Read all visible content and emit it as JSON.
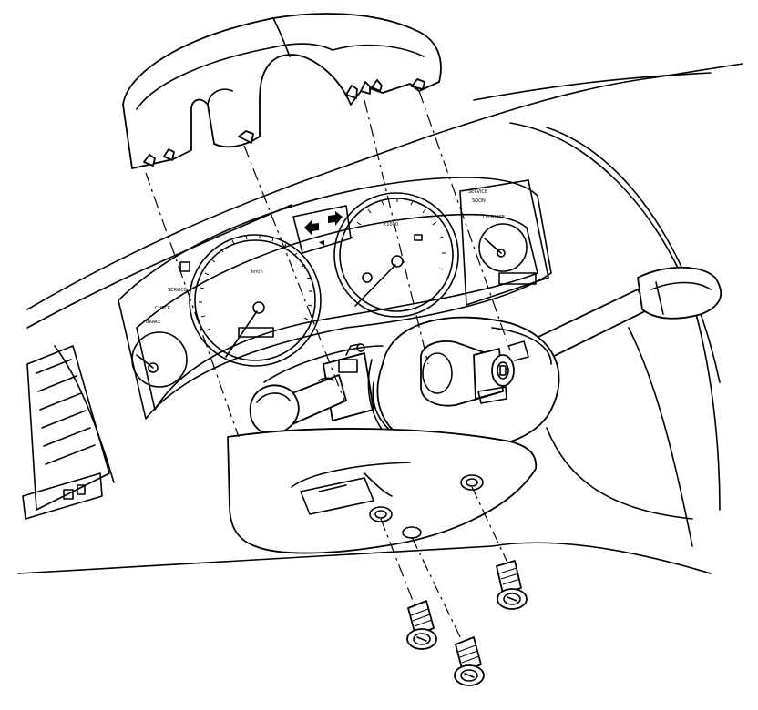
{
  "figure": {
    "type": "line-drawing",
    "subject": "steering column upper and lower shroud removal, exploded view",
    "parts": [
      "upper-shroud",
      "lower-shroud",
      "steering-wheel-hub",
      "ignition-switch-cylinder",
      "turn-signal-lever",
      "wiper-lever",
      "instrument-cluster",
      "dashboard-air-vent",
      "shroud-screw"
    ],
    "screw_count": 3,
    "line_color": "#000000",
    "background": "#ffffff"
  }
}
